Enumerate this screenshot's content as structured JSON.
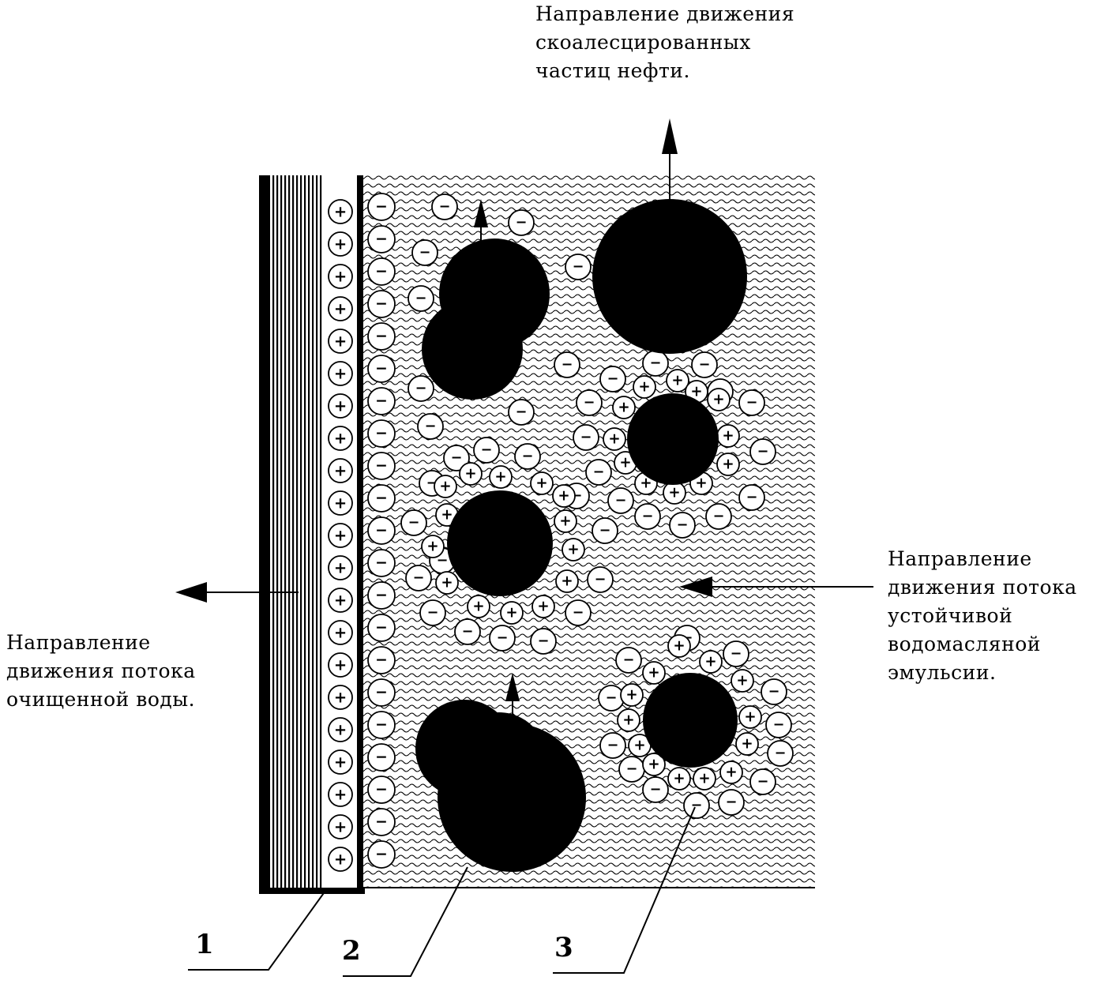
{
  "labels": {
    "top": "Направление движения\nскоалесцированных\nчастиц нефти.",
    "left": "Направление\nдвижения потока\nочищенной воды.",
    "right": "Направление\nдвижения потока\nустойчивой\nводомасляной\nэмульсии."
  },
  "callouts": [
    "1",
    "2",
    "3"
  ],
  "ion_symbols": {
    "positive": "+",
    "negative": "−"
  }
}
